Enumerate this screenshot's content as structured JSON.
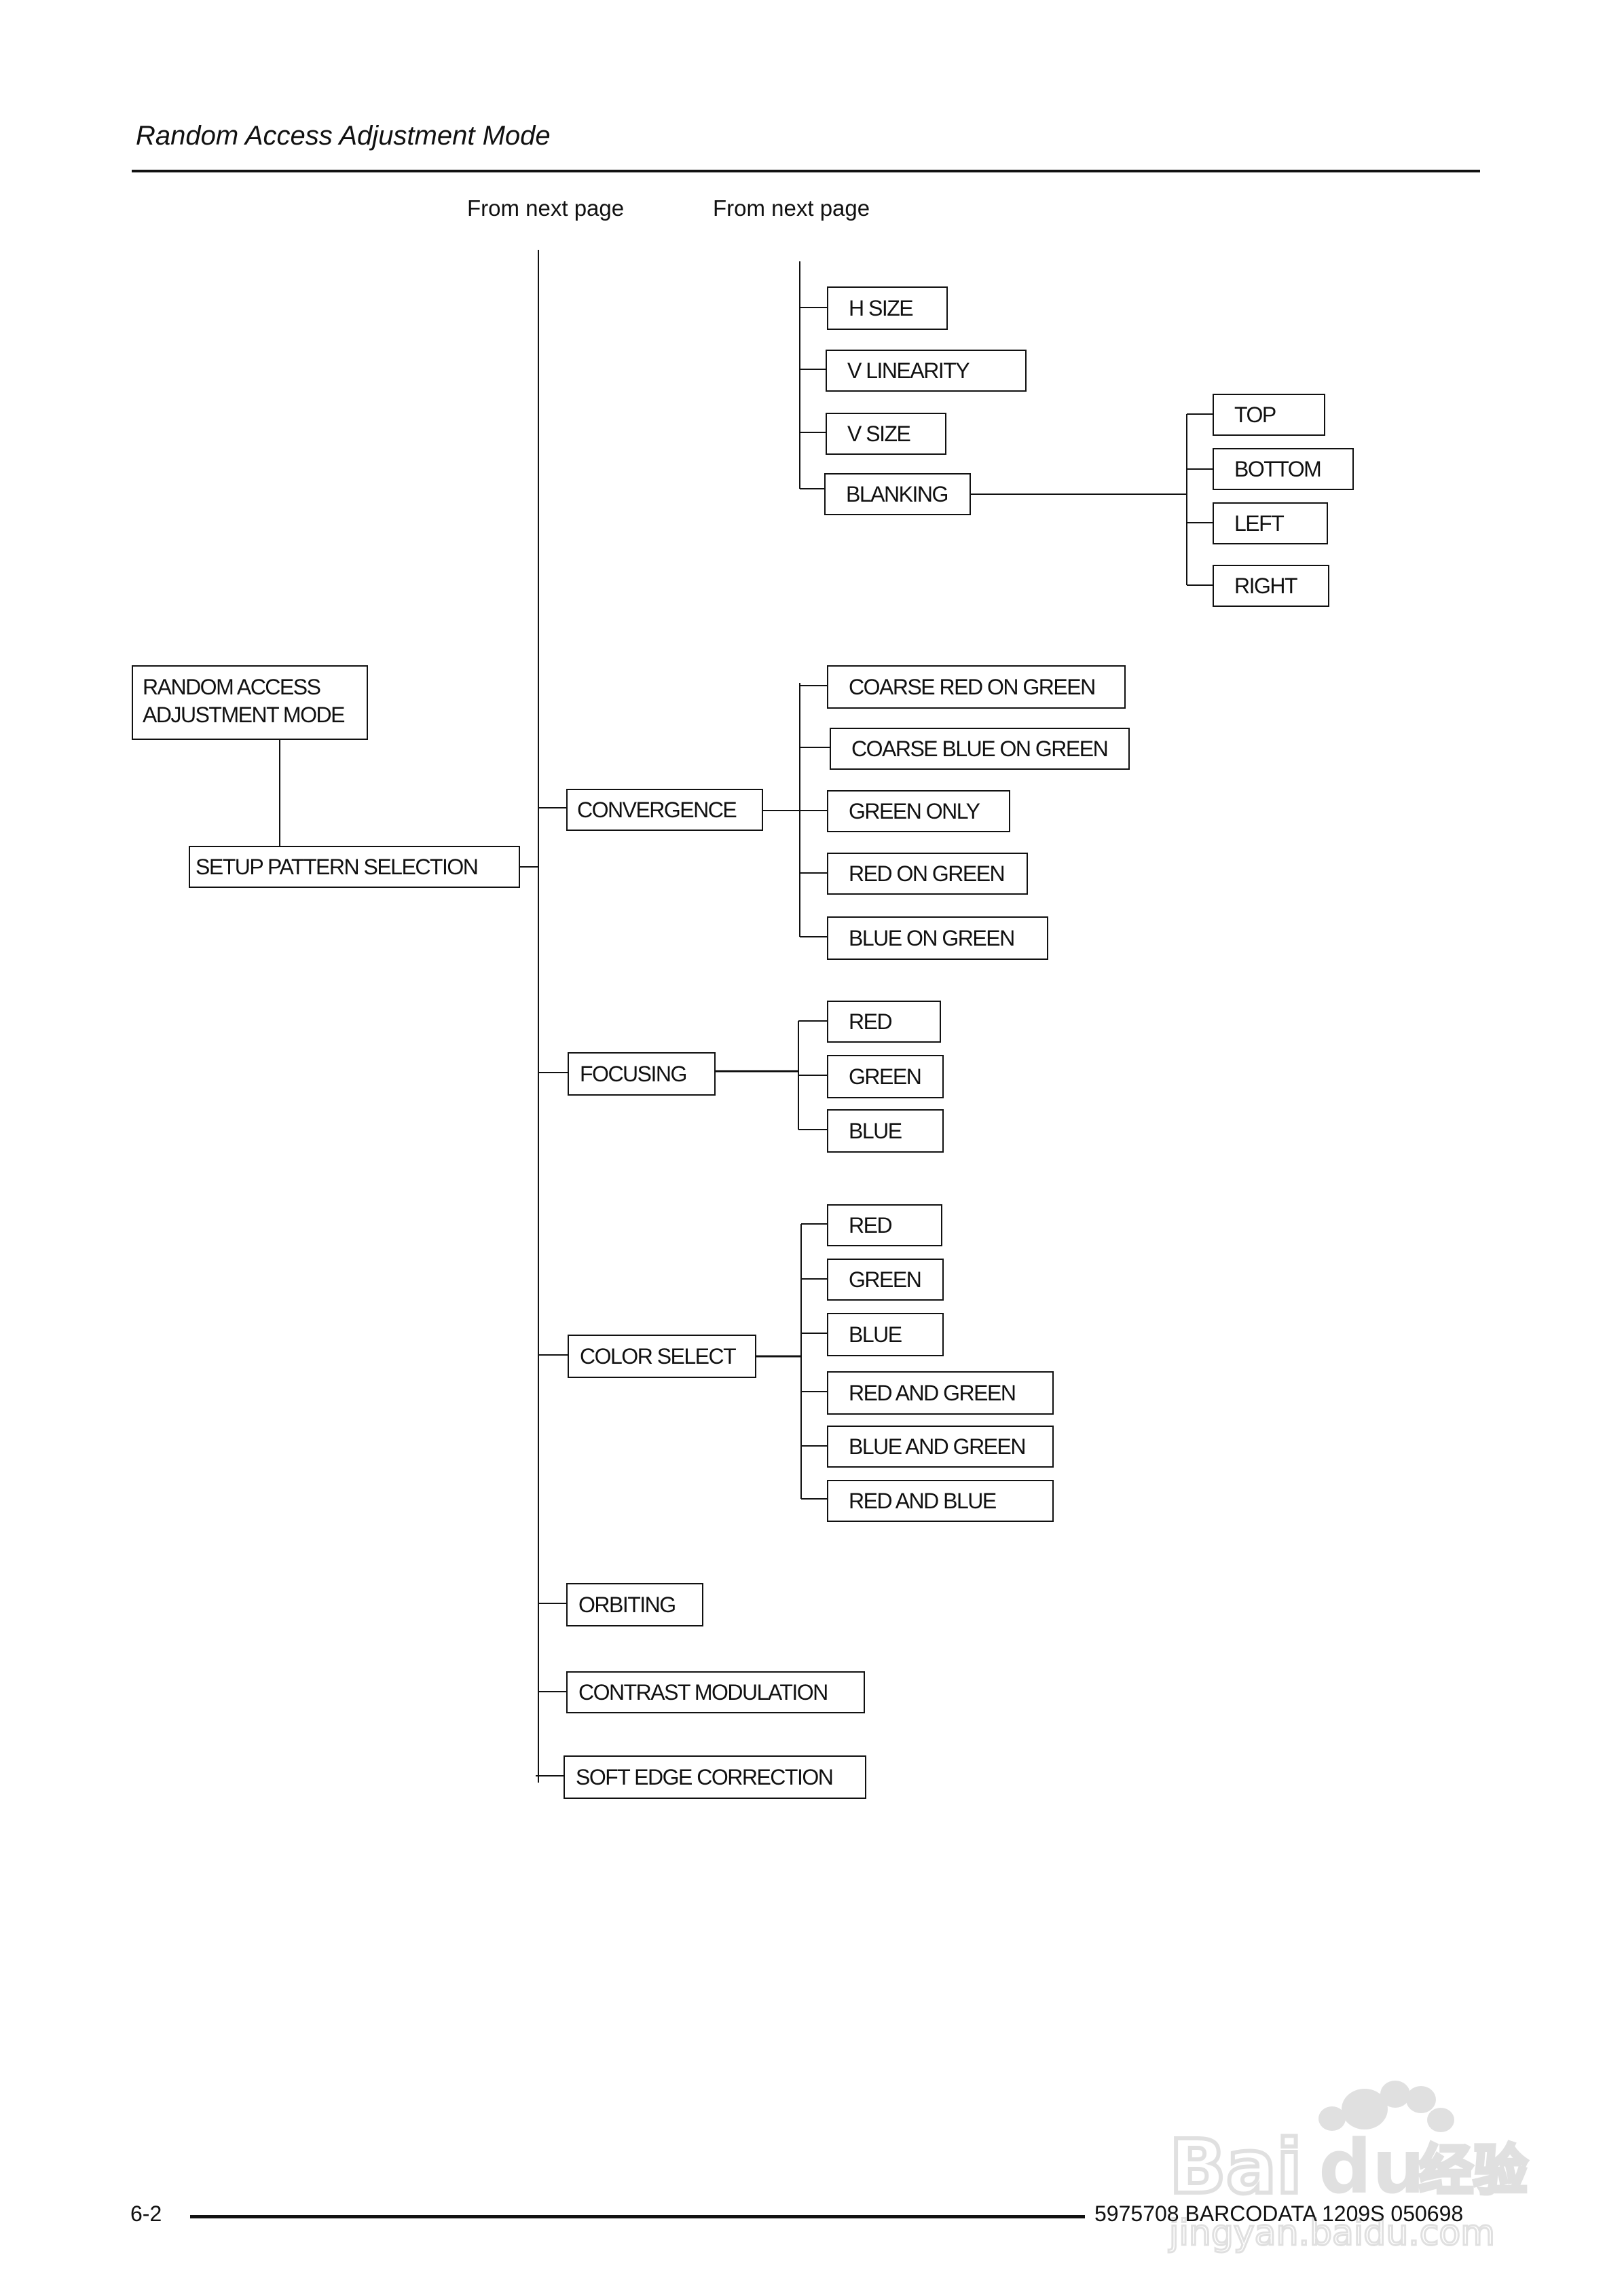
{
  "header": {
    "title": "Random Access Adjustment Mode"
  },
  "notes": {
    "from_next_page_1": "From next page",
    "from_next_page_2": "From next page"
  },
  "root": {
    "line1": "RANDOM ACCESS",
    "line2": "ADJUSTMENT MODE"
  },
  "setup": {
    "label": "SETUP PATTERN SELECTION"
  },
  "continued_items": {
    "h_size": "H SIZE",
    "v_linearity": "V LINEARITY",
    "v_size": "V SIZE",
    "blanking": "BLANKING"
  },
  "blanking_items": {
    "top": "TOP",
    "bottom": "BOTTOM",
    "left": "LEFT",
    "right": "RIGHT"
  },
  "convergence": {
    "label": "CONVERGENCE",
    "items": [
      "COARSE RED ON GREEN",
      "COARSE BLUE ON GREEN",
      "GREEN ONLY",
      "RED ON GREEN",
      "BLUE ON GREEN"
    ]
  },
  "focusing": {
    "label": "FOCUSING",
    "items": [
      "RED",
      "GREEN",
      "BLUE"
    ]
  },
  "color_select": {
    "label": "COLOR SELECT",
    "items": [
      "RED",
      "GREEN",
      "BLUE",
      "RED AND GREEN",
      "BLUE AND GREEN",
      "RED AND BLUE"
    ]
  },
  "orbiting": {
    "label": "ORBITING"
  },
  "contrast_modulation": {
    "label": "CONTRAST MODULATION"
  },
  "soft_edge": {
    "label": "SOFT EDGE CORRECTION"
  },
  "footer": {
    "page_number": "6-2",
    "doc_ref": "5975708 BARCODATA 1209S 050698"
  },
  "watermark": {
    "brand_text": "Baidu经验",
    "url_text": "jingyan.baidu.com"
  }
}
